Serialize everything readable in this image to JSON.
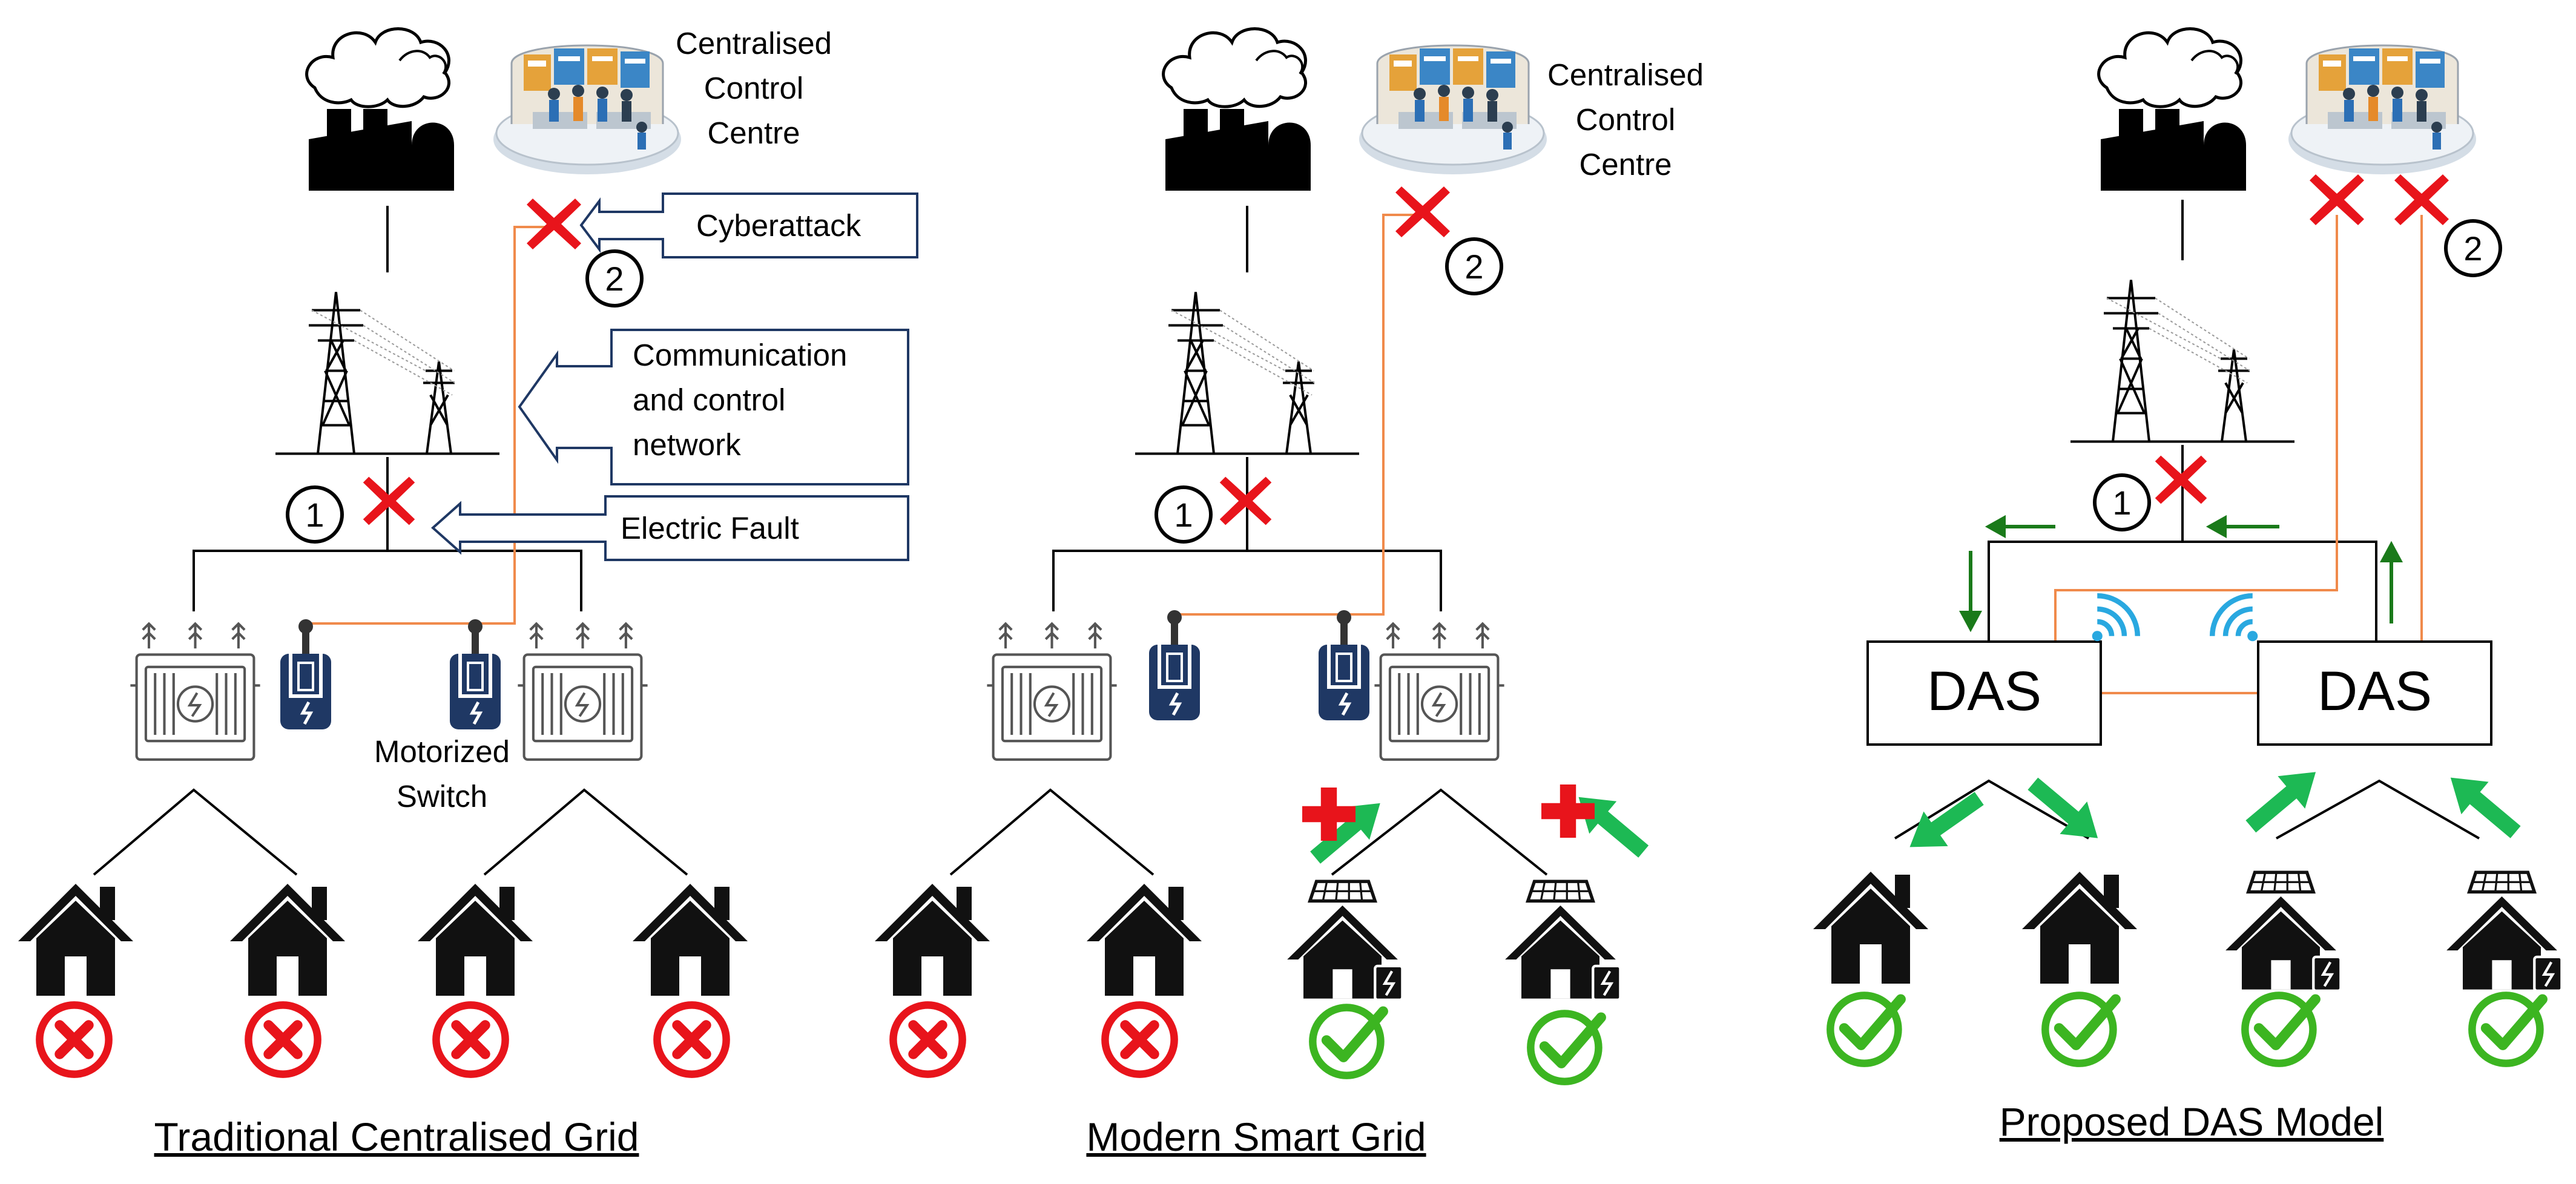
{
  "panels": [
    {
      "title": "Traditional Centralised Grid",
      "control_centre_label": [
        "Centralised",
        "Control",
        "Centre"
      ],
      "callouts": {
        "cyberattack": "Cyberattack",
        "communication": [
          "Communication",
          "and control",
          "network"
        ],
        "electric_fault": "Electric Fault"
      },
      "switch_label": [
        "Motorized",
        "Switch"
      ],
      "fault_marker": "1",
      "attack_marker": "2",
      "homes": [
        "offline",
        "offline",
        "offline",
        "offline"
      ]
    },
    {
      "title": "Modern Smart Grid",
      "control_centre_label": [
        "Centralised",
        "Control",
        "Centre"
      ],
      "fault_marker": "1",
      "attack_marker": "2",
      "homes": [
        "offline",
        "offline",
        "online",
        "online"
      ]
    },
    {
      "title": "Proposed DAS Model",
      "das_labels": [
        "DAS",
        "DAS"
      ],
      "fault_marker": "1",
      "attack_marker": "2",
      "homes": [
        "online",
        "online",
        "online",
        "online"
      ]
    }
  ],
  "colors": {
    "comm_line": "#F08A4B",
    "power_line": "#000000",
    "fault_x": "#E8141B",
    "ok_check": "#3CB521",
    "fail_circle": "#E8141B",
    "green_arrow": "#1A7A1A",
    "flow_arrow": "#1DB954",
    "wifi": "#29A8E0",
    "callout_border": "#1F3864"
  },
  "icons": [
    "factory-icon",
    "control-room-icon",
    "transmission-tower-icon",
    "transformer-icon",
    "switch-icon",
    "house-icon",
    "solar-house-icon",
    "wifi-icon",
    "check-icon",
    "fail-icon"
  ]
}
